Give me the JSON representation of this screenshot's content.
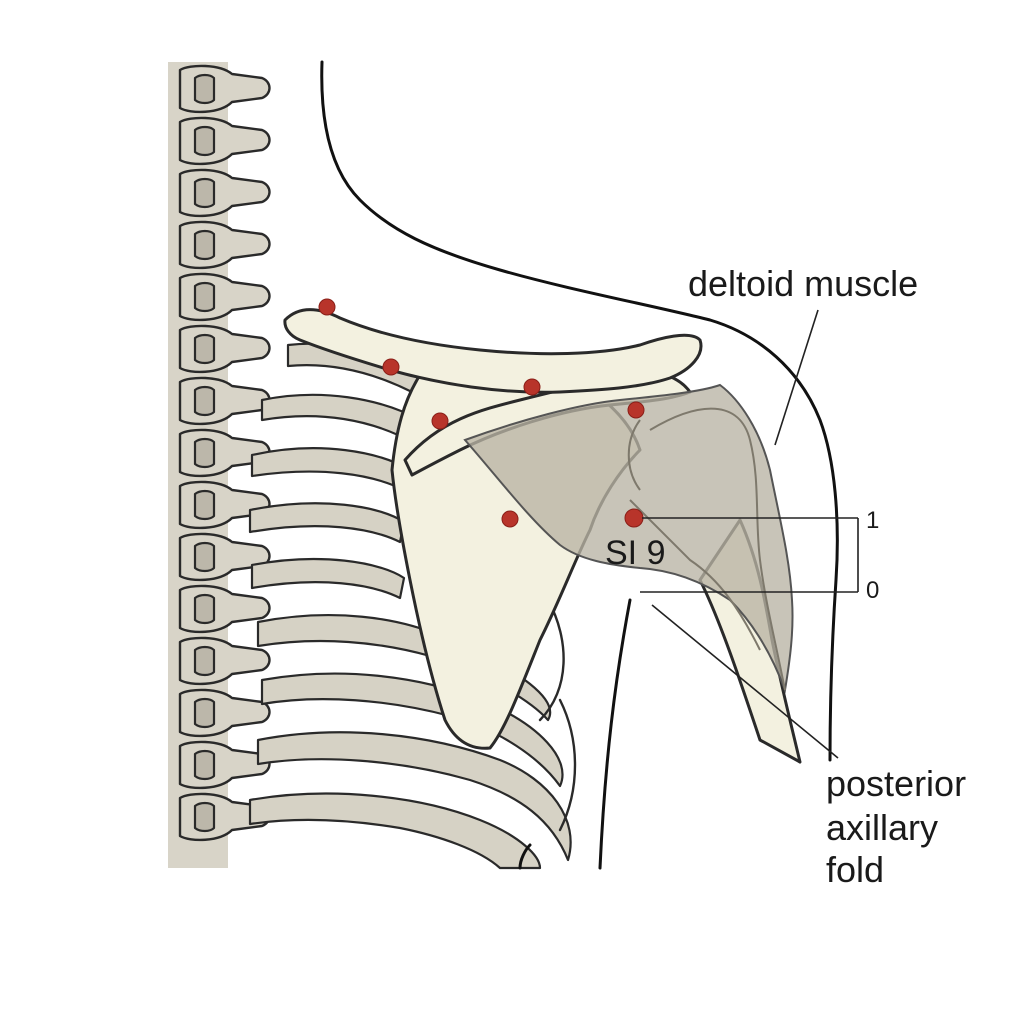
{
  "labels": {
    "deltoid": "deltoid muscle",
    "acupoint": "SI 9",
    "scale_top": "1",
    "scale_bottom": "0",
    "fold_line1": "posterior",
    "fold_line2": "axillary",
    "fold_line3": "fold"
  },
  "colors": {
    "bone": "#d8d4c8",
    "scapula": "#f3f1e0",
    "muscle": "#b8b3a4",
    "point": "#b8342a"
  }
}
